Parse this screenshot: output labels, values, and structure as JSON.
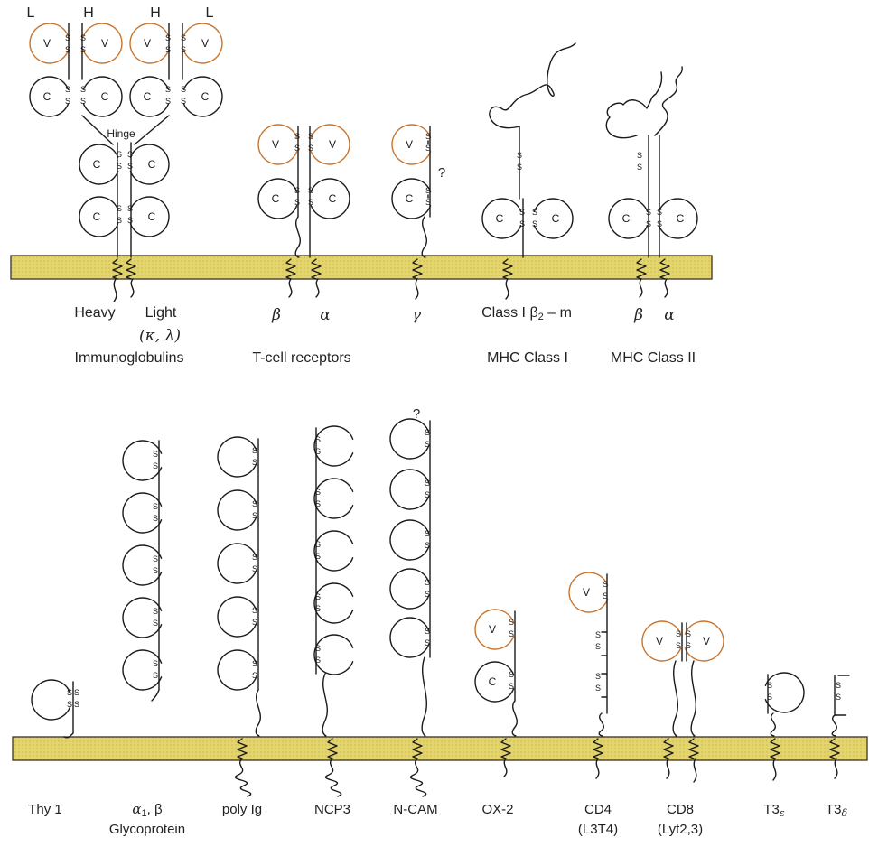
{
  "colors": {
    "membrane": "#e2d46d",
    "membrane_stroke": "#4a4030",
    "v_domain": "#c8742e",
    "domain": "#1a1a1a"
  },
  "top_letters": {
    "l1": "L",
    "h1": "H",
    "h2": "H",
    "l2": "L"
  },
  "hinge": "Hinge",
  "question_mark": "?",
  "domain_v": "V",
  "domain_c": "C",
  "chain_labels": {
    "heavy": "Heavy",
    "light": "Light",
    "light_sub": "(κ, λ)",
    "tcr_beta": "β",
    "tcr_alpha": "α",
    "gamma": "γ",
    "class1_prefix": "Class I β",
    "class1_sub": "2",
    "class1_suffix": " – m",
    "mhc2_beta": "β",
    "mhc2_alpha": "α"
  },
  "group_labels": {
    "immunoglobulins": "Immunoglobulins",
    "tcr": "T-cell receptors",
    "mhc1": "MHC Class I",
    "mhc2": "MHC Class II"
  },
  "bottom_labels": {
    "thy1": "Thy 1",
    "alpha1": "α",
    "alpha1_sub": "1",
    "alpha1_rest": ", β",
    "glyco": "Glycoprotein",
    "polyig": "poly Ig",
    "ncp3": "NCP3",
    "ncam": "N-CAM",
    "ox2": "OX-2",
    "cd4": "CD4",
    "cd4_sub": "(L3T4)",
    "cd8": "CD8",
    "cd8_sub": "(Lyt2,3)",
    "t3e": "T3",
    "t3e_sub": "ε",
    "t3d": "T3",
    "t3d_sub": "δ"
  }
}
